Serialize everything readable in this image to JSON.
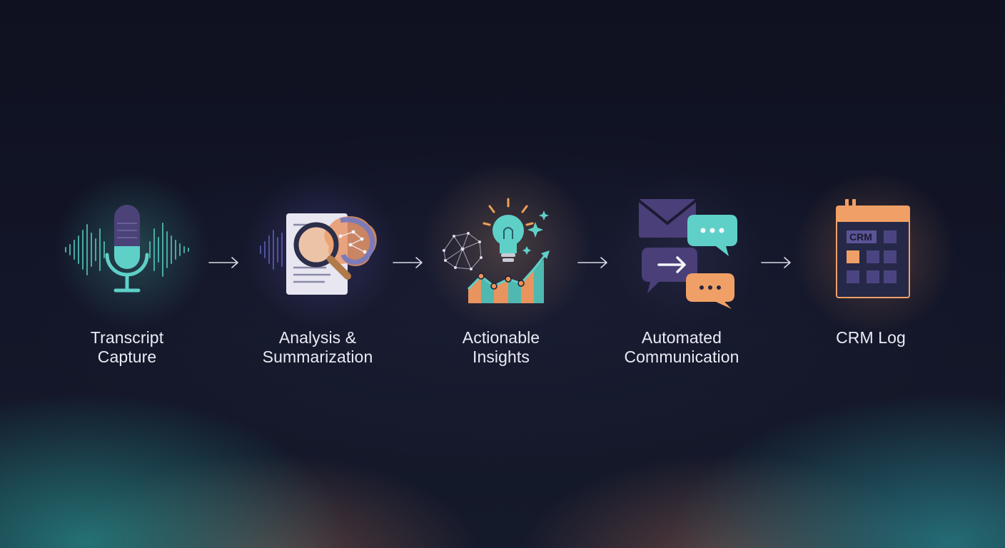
{
  "steps": [
    {
      "label_line1": "Transcript",
      "label_line2": "Capture",
      "icon": "microphone-soundwave-icon"
    },
    {
      "label_line1": "Analysis &",
      "label_line2": "Summarization",
      "icon": "document-magnifier-brain-icon"
    },
    {
      "label_line1": "Actionable",
      "label_line2": "Insights",
      "icon": "lightbulb-growth-chart-icon"
    },
    {
      "label_line1": "Automated",
      "label_line2": "Communication",
      "icon": "envelope-chat-bubbles-icon"
    },
    {
      "label_line1": "CRM Log",
      "label_line2": "",
      "icon": "crm-calendar-grid-icon"
    }
  ],
  "crm_icon_text": "CRM",
  "colors": {
    "background": "#10121f",
    "teal": "#5fd0c8",
    "purple": "#4a3f78",
    "orange": "#f0a066",
    "text": "#e9ecf4"
  }
}
